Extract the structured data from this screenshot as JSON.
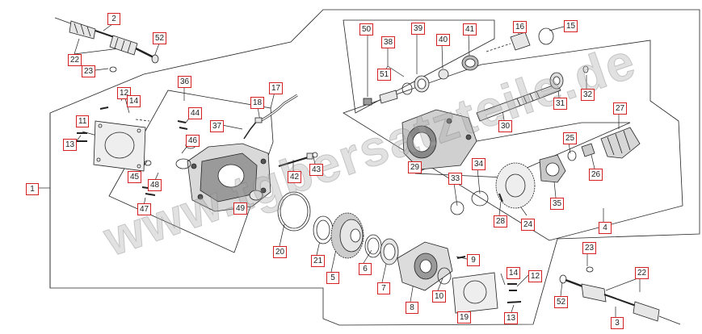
{
  "watermark": "www.tgbersatzteile.de",
  "colors": {
    "label_border": "#d42222",
    "line": "#222222",
    "part_fill": "#e6e6e6",
    "part_dark": "#555555"
  },
  "callouts": [
    {
      "id": "c1",
      "text": "1"
    },
    {
      "id": "c2",
      "text": "2"
    },
    {
      "id": "c3",
      "text": "3"
    },
    {
      "id": "c4",
      "text": "4"
    },
    {
      "id": "c5",
      "text": "5"
    },
    {
      "id": "c6",
      "text": "6"
    },
    {
      "id": "c7",
      "text": "7"
    },
    {
      "id": "c8",
      "text": "8"
    },
    {
      "id": "c9",
      "text": "9"
    },
    {
      "id": "c10",
      "text": "10"
    },
    {
      "id": "c11",
      "text": "11"
    },
    {
      "id": "c12a",
      "text": "12"
    },
    {
      "id": "c12b",
      "text": "12"
    },
    {
      "id": "c13a",
      "text": "13"
    },
    {
      "id": "c13b",
      "text": "13"
    },
    {
      "id": "c14a",
      "text": "14"
    },
    {
      "id": "c14b",
      "text": "14"
    },
    {
      "id": "c15",
      "text": "15"
    },
    {
      "id": "c16",
      "text": "16"
    },
    {
      "id": "c17",
      "text": "17"
    },
    {
      "id": "c18",
      "text": "18"
    },
    {
      "id": "c19",
      "text": "19"
    },
    {
      "id": "c20",
      "text": "20"
    },
    {
      "id": "c21",
      "text": "21"
    },
    {
      "id": "c22a",
      "text": "22"
    },
    {
      "id": "c22b",
      "text": "22"
    },
    {
      "id": "c23a",
      "text": "23"
    },
    {
      "id": "c23b",
      "text": "23"
    },
    {
      "id": "c24",
      "text": "24"
    },
    {
      "id": "c25",
      "text": "25"
    },
    {
      "id": "c26",
      "text": "26"
    },
    {
      "id": "c27",
      "text": "27"
    },
    {
      "id": "c28",
      "text": "28"
    },
    {
      "id": "c29",
      "text": "29"
    },
    {
      "id": "c30",
      "text": "30"
    },
    {
      "id": "c31",
      "text": "31"
    },
    {
      "id": "c32",
      "text": "32"
    },
    {
      "id": "c33",
      "text": "33"
    },
    {
      "id": "c34",
      "text": "34"
    },
    {
      "id": "c35",
      "text": "35"
    },
    {
      "id": "c36",
      "text": "36"
    },
    {
      "id": "c37",
      "text": "37"
    },
    {
      "id": "c38",
      "text": "38"
    },
    {
      "id": "c39",
      "text": "39"
    },
    {
      "id": "c40",
      "text": "40"
    },
    {
      "id": "c41",
      "text": "41"
    },
    {
      "id": "c42",
      "text": "42"
    },
    {
      "id": "c43",
      "text": "43"
    },
    {
      "id": "c44",
      "text": "44"
    },
    {
      "id": "c45",
      "text": "45"
    },
    {
      "id": "c46",
      "text": "46"
    },
    {
      "id": "c47",
      "text": "47"
    },
    {
      "id": "c48",
      "text": "48"
    },
    {
      "id": "c49",
      "text": "49"
    },
    {
      "id": "c50",
      "text": "50"
    },
    {
      "id": "c51",
      "text": "51"
    },
    {
      "id": "c52a",
      "text": "52"
    },
    {
      "id": "c52b",
      "text": "52"
    }
  ]
}
